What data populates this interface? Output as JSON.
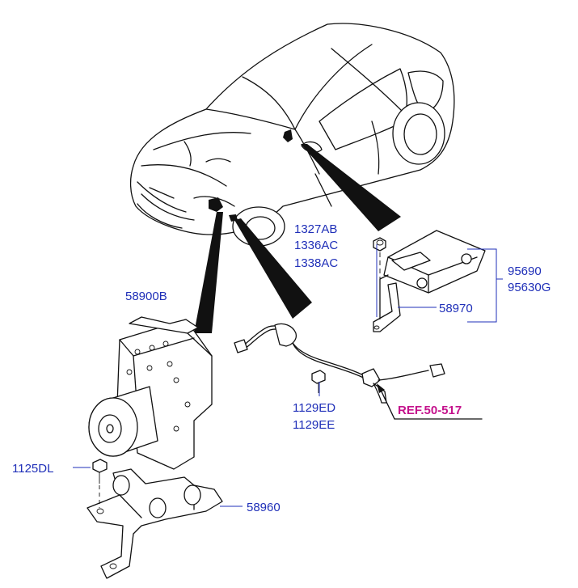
{
  "labels": {
    "nut_1": "1327AB",
    "nut_2": "1336AC",
    "nut_3": "1338AC",
    "sensor_1": "95690",
    "sensor_2": "95630G",
    "sensor_bracket": "58970",
    "hecu": "58900B",
    "bolt_1": "1129ED",
    "bolt_2": "1129EE",
    "bolt_3": "1125DL",
    "hecu_bracket": "58960",
    "ref": "REF.50-517"
  }
}
